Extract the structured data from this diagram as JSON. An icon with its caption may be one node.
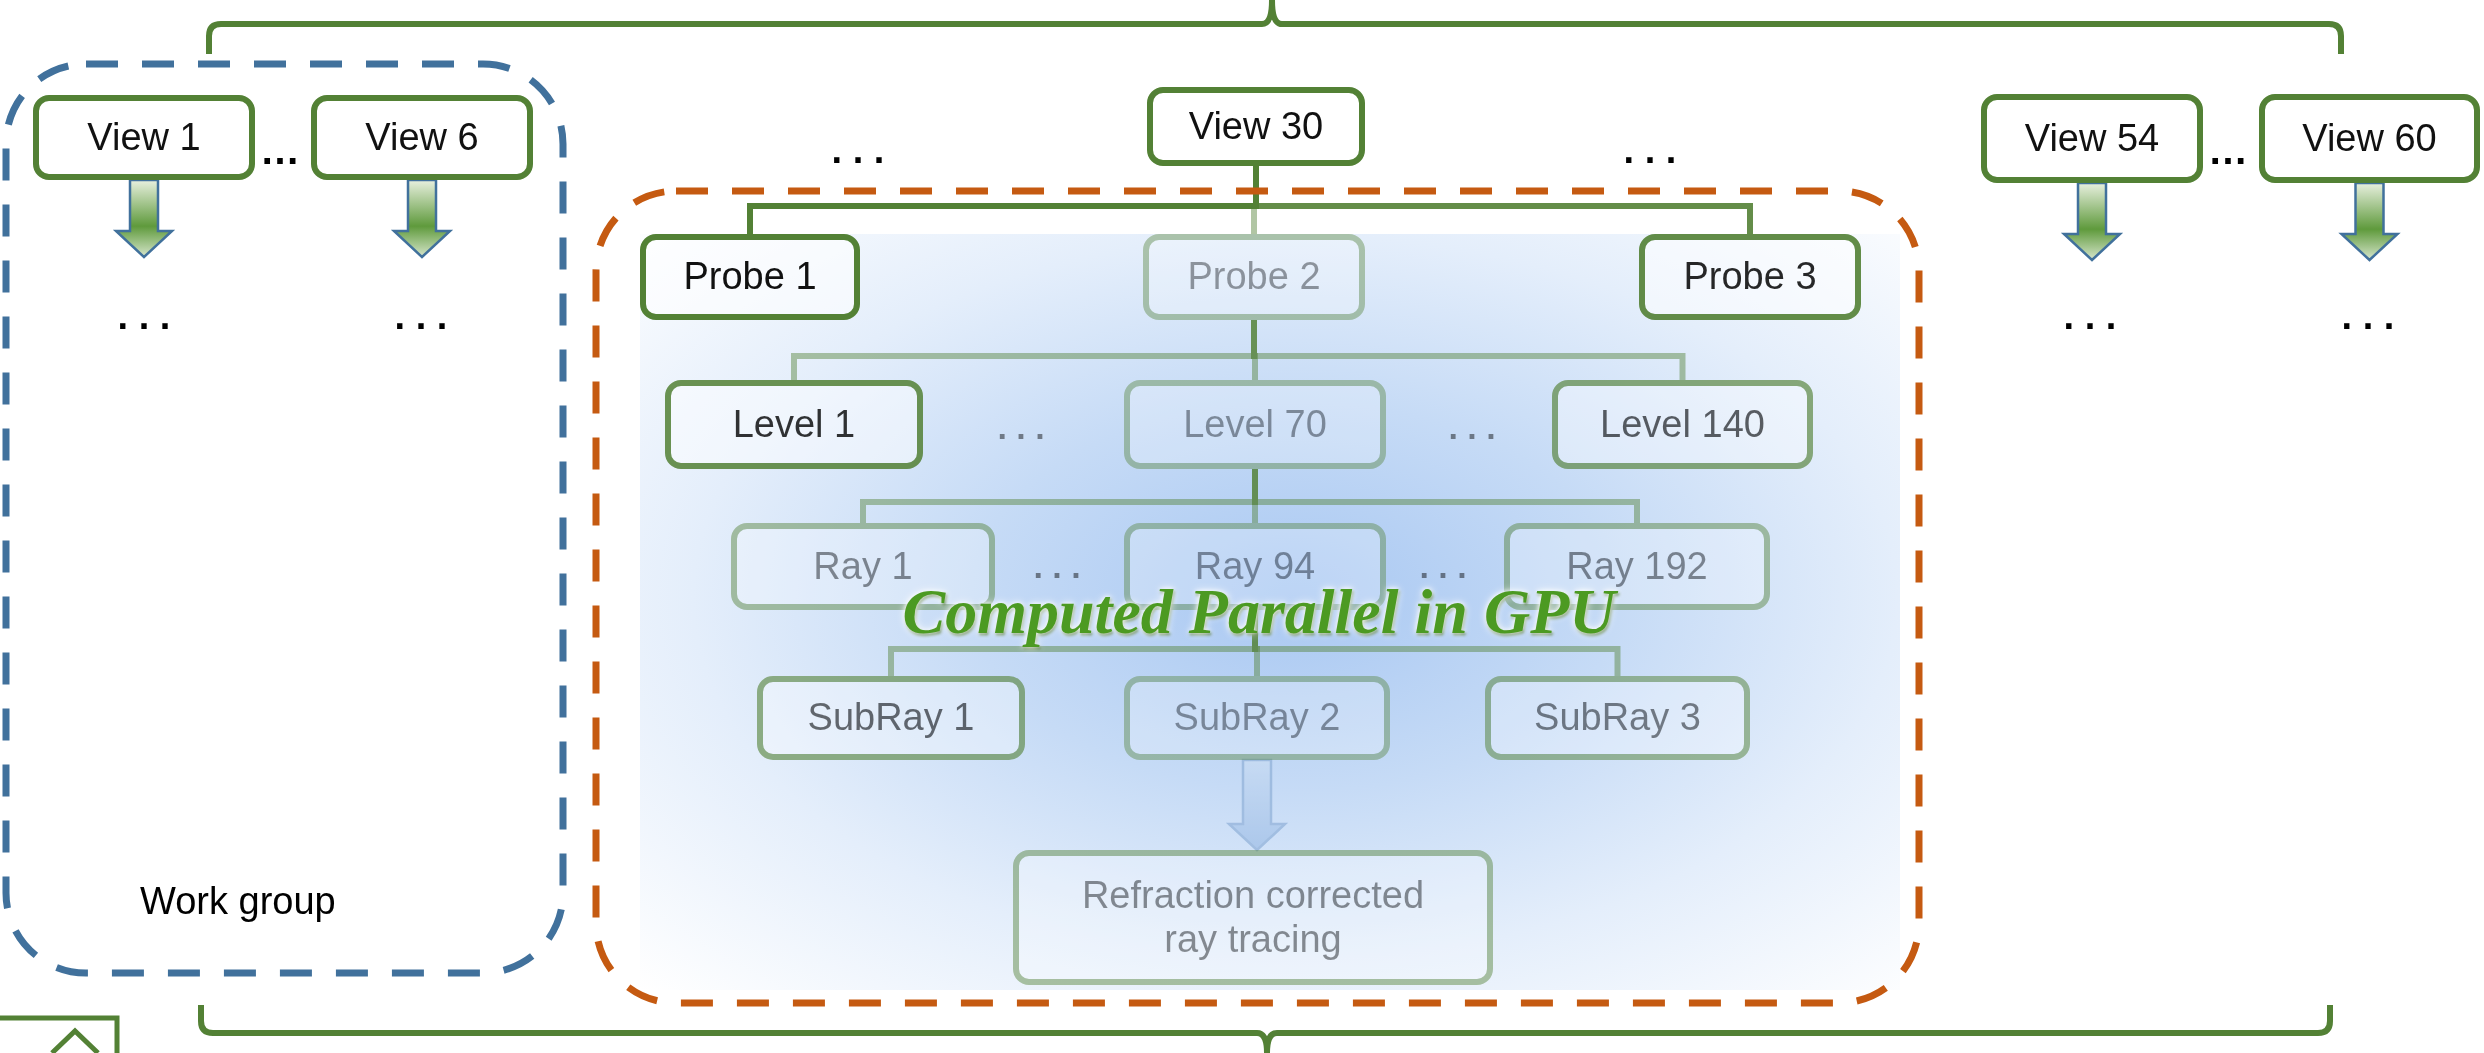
{
  "diagram": {
    "nodes": [
      {
        "text": [
          "Work group"
        ]
      },
      {
        "text": [
          "View 1"
        ],
        "in": 0
      },
      {
        "text": [
          "View 6"
        ],
        "in": 0
      },
      {
        "text": [
          "View 30"
        ]
      },
      {
        "text": [],
        "shape": "box"
      },
      {
        "text": [
          "Probe 1"
        ],
        "in": 4
      },
      {
        "text": [
          "Probe 2"
        ],
        "in": 4
      },
      {
        "text": [
          "Probe 3"
        ],
        "in": 4
      },
      {
        "text": [
          "Level 1"
        ],
        "in": 4
      },
      {
        "text": [
          "Level 70"
        ],
        "in": 4
      },
      {
        "text": [
          "Level 140"
        ],
        "in": 4
      },
      {
        "text": [
          "Ray 1"
        ],
        "in": 4
      },
      {
        "text": [
          "Ray 94"
        ],
        "in": 4
      },
      {
        "text": [
          "Ray 192"
        ],
        "in": 4
      },
      {
        "text": [
          "SubRay 1"
        ],
        "in": 4
      },
      {
        "text": [
          "SubRay 2"
        ],
        "in": 4
      },
      {
        "text": [
          "SubRay 3"
        ],
        "in": 4
      },
      {
        "text": [
          "Refraction corrected ray tracing"
        ],
        "in": 4
      },
      {
        "text": [
          "View 54"
        ]
      },
      {
        "text": [
          "View 60"
        ]
      }
    ],
    "edges": [
      {
        "from": 1,
        "to": null,
        "arrow": "to"
      },
      {
        "from": 2,
        "to": null,
        "arrow": "to"
      },
      {
        "from": 3,
        "to": 5,
        "arrow": "none"
      },
      {
        "from": 3,
        "to": 6,
        "arrow": "none"
      },
      {
        "from": 3,
        "to": 7,
        "arrow": "none"
      },
      {
        "from": 6,
        "to": 8,
        "arrow": "none"
      },
      {
        "from": 6,
        "to": 9,
        "arrow": "none"
      },
      {
        "from": 6,
        "to": 10,
        "arrow": "none"
      },
      {
        "from": 9,
        "to": 11,
        "arrow": "none"
      },
      {
        "from": 9,
        "to": 12,
        "arrow": "none"
      },
      {
        "from": 9,
        "to": 13,
        "arrow": "none"
      },
      {
        "from": 12,
        "to": 14,
        "arrow": "none"
      },
      {
        "from": 12,
        "to": 15,
        "arrow": "none"
      },
      {
        "from": 12,
        "to": 16,
        "arrow": "none"
      },
      {
        "from": 15,
        "to": 17,
        "arrow": "to"
      },
      {
        "from": 18,
        "to": null,
        "arrow": "to"
      },
      {
        "from": 19,
        "to": null,
        "arrow": "to"
      }
    ],
    "labels": [
      "…",
      ". . .",
      ". . .",
      "…",
      ". . .",
      ". . .",
      ". . .",
      ". . .",
      ". . .",
      ". . .",
      ". . .",
      ". . .",
      "Computed Parallel in GPU"
    ]
  }
}
